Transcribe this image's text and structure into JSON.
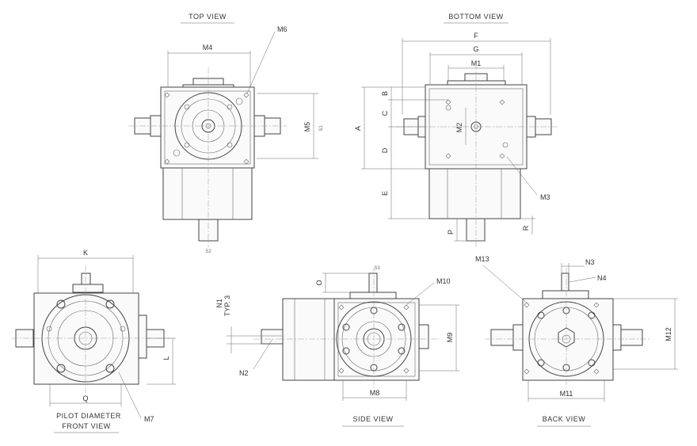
{
  "views": {
    "top": "TOP VIEW",
    "bottom": "BOTTOM VIEW",
    "front_caption_1": "PILOT DIAMETER",
    "front_caption_2": "FRONT VIEW",
    "side": "SIDE VIEW",
    "back": "BACK VIEW"
  },
  "dims": {
    "M1": "M1",
    "M2": "M2",
    "M3": "M3",
    "M4": "M4",
    "M5": "M5",
    "M6": "M6",
    "M7": "M7",
    "M8": "M8",
    "M9": "M9",
    "M10": "M10",
    "M11": "M11",
    "M12": "M12",
    "M13": "M13",
    "A": "A",
    "B": "B",
    "C": "C",
    "D": "D",
    "E": "E",
    "F": "F",
    "G": "G",
    "K": "K",
    "L": "L",
    "O": "O",
    "P": "P",
    "Q": "Q",
    "R": "R",
    "N1": "N1",
    "TYP3": "TYP. 3",
    "N2": "N2",
    "N3": "N3",
    "N4": "N4",
    "S1": "S1",
    "S2": "S2",
    "S3": "S3"
  }
}
